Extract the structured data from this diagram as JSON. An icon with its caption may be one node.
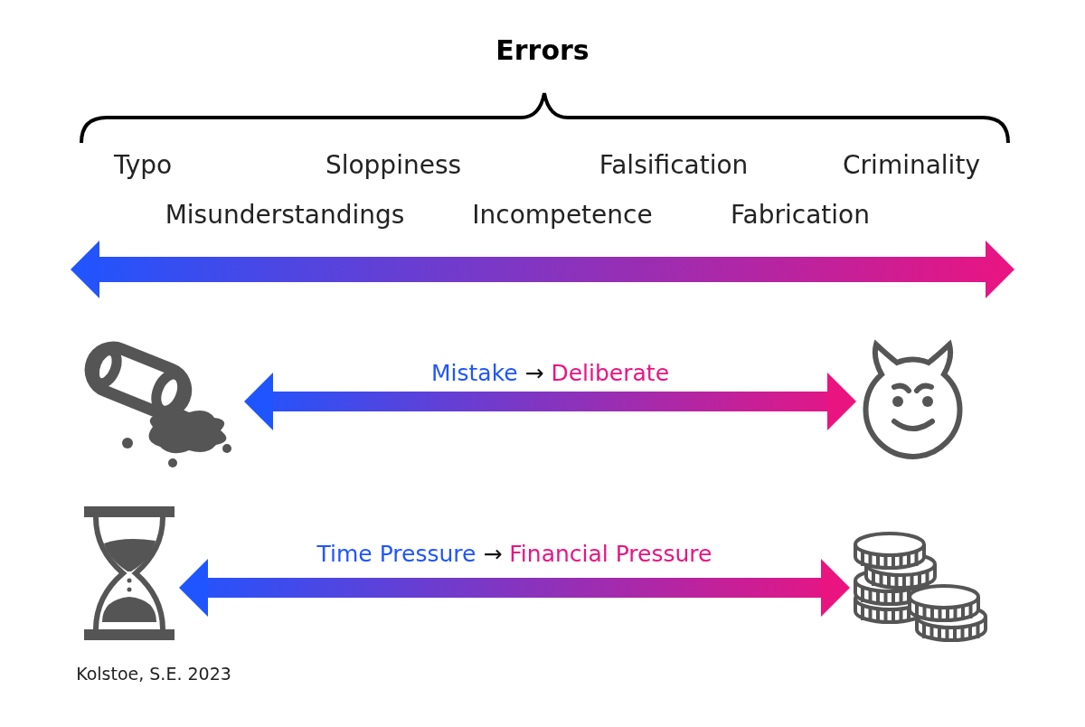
{
  "diagram": {
    "title": "Errors",
    "nodes": [
      {
        "text": [],
        "shape": "picture"
      },
      {
        "text": [],
        "shape": "picture"
      },
      {
        "text": [],
        "shape": "picture"
      },
      {
        "text": [],
        "shape": "picture"
      }
    ],
    "edges": [
      {
        "from": 0,
        "to": 1,
        "arrow": "both",
        "label": "Mistake → Deliberate"
      },
      {
        "from": 2,
        "to": 3,
        "arrow": "both",
        "label": "Time Pressure → Financial Pressure"
      }
    ],
    "labels": [
      "Typo",
      "Sloppiness",
      "Falsification",
      "Criminality",
      "Misunderstandings",
      "Incompetence",
      "Fabrication",
      "Kolstoe, S.E. 2023"
    ]
  }
}
